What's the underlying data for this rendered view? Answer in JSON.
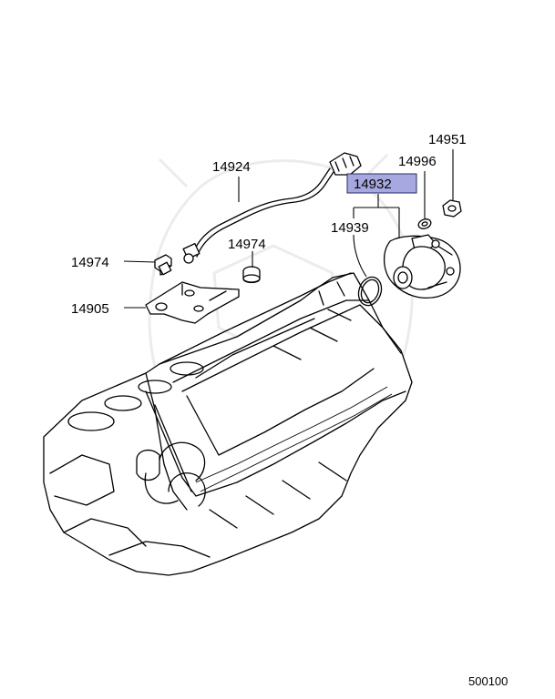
{
  "diagram": {
    "diagram_id": "500100",
    "highlight_color": "#a8a8e0",
    "parts": [
      {
        "id": "p14924",
        "number": "14924",
        "description": "sensor harness"
      },
      {
        "id": "p14974a",
        "number": "14974",
        "description": "bolt"
      },
      {
        "id": "p14974b",
        "number": "14974",
        "description": "plug"
      },
      {
        "id": "p14905",
        "number": "14905",
        "description": "bracket"
      },
      {
        "id": "p14932",
        "number": "14932",
        "description": "cam sensor",
        "highlighted": true
      },
      {
        "id": "p14939",
        "number": "14939",
        "description": "o-ring"
      },
      {
        "id": "p14996",
        "number": "14996",
        "description": "washer"
      },
      {
        "id": "p14951",
        "number": "14951",
        "description": "nut"
      }
    ]
  }
}
